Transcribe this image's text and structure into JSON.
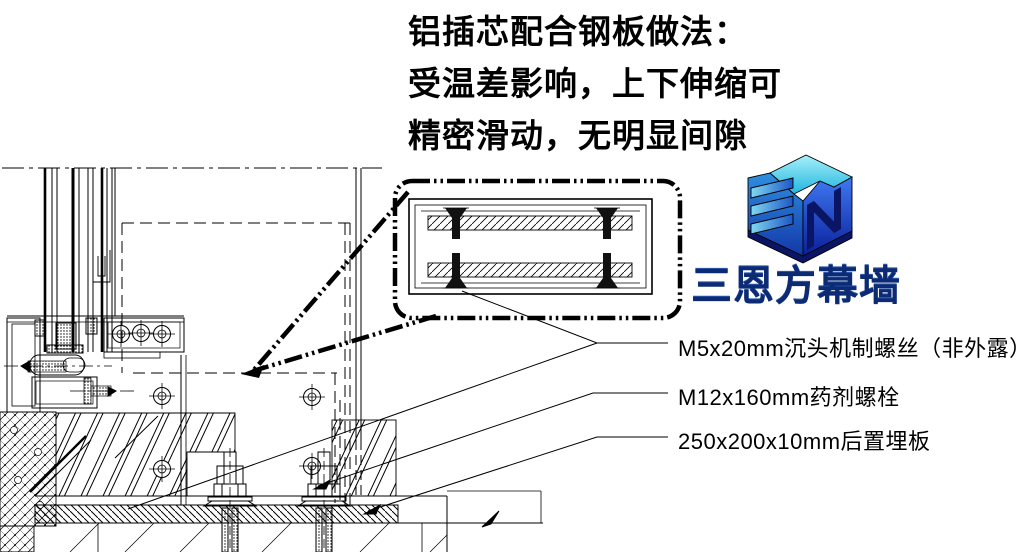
{
  "note": {
    "line1": "铝插芯配合钢板做法：",
    "line2": "受温差影响，上下伸缩可",
    "line3": "精密滑动，无明显间隙"
  },
  "brand": {
    "wordmark": "三恩方幕墙",
    "logo_glyph": "3N"
  },
  "annotations": {
    "screw": "M5x20mm沉头机制螺丝（非外露）",
    "anchor": "M12x160mm药剂螺栓",
    "plate": "250x200x10mm后置埋板"
  },
  "colors": {
    "ink": "#000000",
    "background": "#ffffff",
    "wordmark_navy": "#0d2b73",
    "logo_cyan_light": "#a8f0fa",
    "logo_cyan": "#1fb6de",
    "logo_blue": "#3f79f2",
    "logo_blue_dark": "#0a1f9a",
    "logo_navy": "#0a1565"
  }
}
